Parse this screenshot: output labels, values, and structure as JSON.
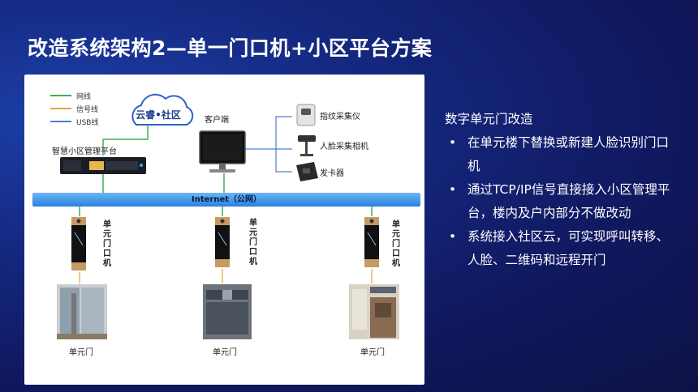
{
  "title": "改造系统架构2—单一门口机+小区平台方案",
  "legend": [
    {
      "label": "网线",
      "color": "#3fae5a"
    },
    {
      "label": "信号线",
      "color": "#e8a23a"
    },
    {
      "label": "USB线",
      "color": "#4a7fd6"
    }
  ],
  "cloud_label": "云睿•社区",
  "platform_label": "智慧小区管理平台",
  "client_label": "客户端",
  "devices": [
    "指纹采集仪",
    "人脸采集相机",
    "发卡器"
  ],
  "internet_label": "Internet（公网）",
  "door_units": [
    {
      "device_label": "单元门口机",
      "door_label": "单元门"
    },
    {
      "device_label": "单元门口机",
      "door_label": "单元门"
    },
    {
      "device_label": "单元门口机",
      "door_label": "单元门"
    }
  ],
  "right_heading": "数字单元门改造",
  "bullets": [
    "在单元楼下替换或新建人脸识别门口机",
    "通过TCP/IP信号直接接入小区管理平台，楼内及户内部分不做改动",
    "系统接入社区云，可实现呼叫转移、人脸、二维码和远程开门"
  ],
  "colors": {
    "accent": "#1e3e8c",
    "internet_bar": "#4a9cee",
    "network_line": "#3fae5a"
  }
}
